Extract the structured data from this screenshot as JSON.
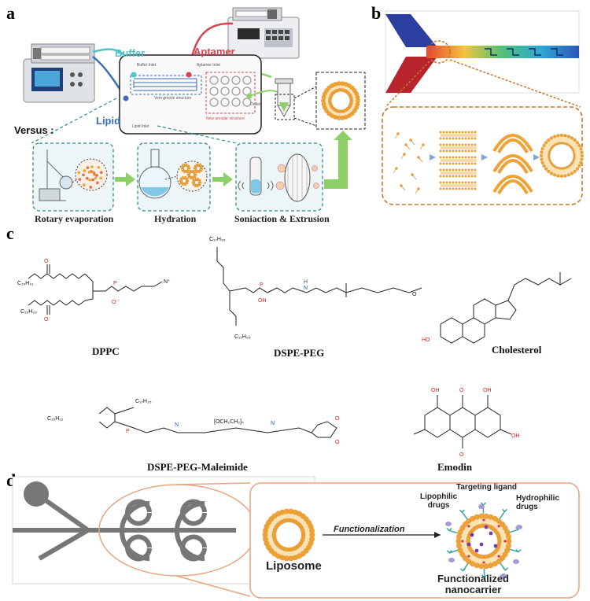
{
  "panels": {
    "a": "a",
    "b": "b",
    "c": "c",
    "d": "d"
  },
  "panel_a": {
    "buffer": "Buffer",
    "aptamer": "Aptamer",
    "lipid": "Lipid",
    "versus": "Versus :",
    "buffer_inlet": "Buffer Inlet",
    "aptamer_inlet": "Aptamer Inlet",
    "lipid_inlet": "Lipid Inlet",
    "outlet": "Outlet",
    "groove_structure": "Vein groove structure",
    "annular_structure": "New annular structure",
    "steps": [
      "Rotary evaporation",
      "Hydration",
      "Soniaction & Extrusion"
    ]
  },
  "panel_c": {
    "molecules": [
      "DPPC",
      "DSPE-PEG",
      "Cholesterol",
      "DSPE-PEG-Maleimide",
      "Emodin"
    ]
  },
  "panel_d": {
    "liposome": "Liposome",
    "functionalization": "Functionalization",
    "targeting_ligand": "Targeting ligand",
    "lipophilic_drugs": "Lipophilic\ndrugs",
    "hydrophilic_drugs": "Hydrophilic\ndrugs",
    "functionalized_nanocarrier": "Functionalized\nnanocarrier"
  },
  "colors": {
    "buffer": "#4fc3c9",
    "aptamer": "#d9434f",
    "lipid": "#3b6fb5",
    "lipid_head": "#f0a236",
    "dashed_teal": "#2c8f88",
    "step_arrow": "#8fcf6a",
    "orange_dash": "#c8742a",
    "chip_gray": "#777777",
    "panel_d_border": "#e8a680"
  }
}
